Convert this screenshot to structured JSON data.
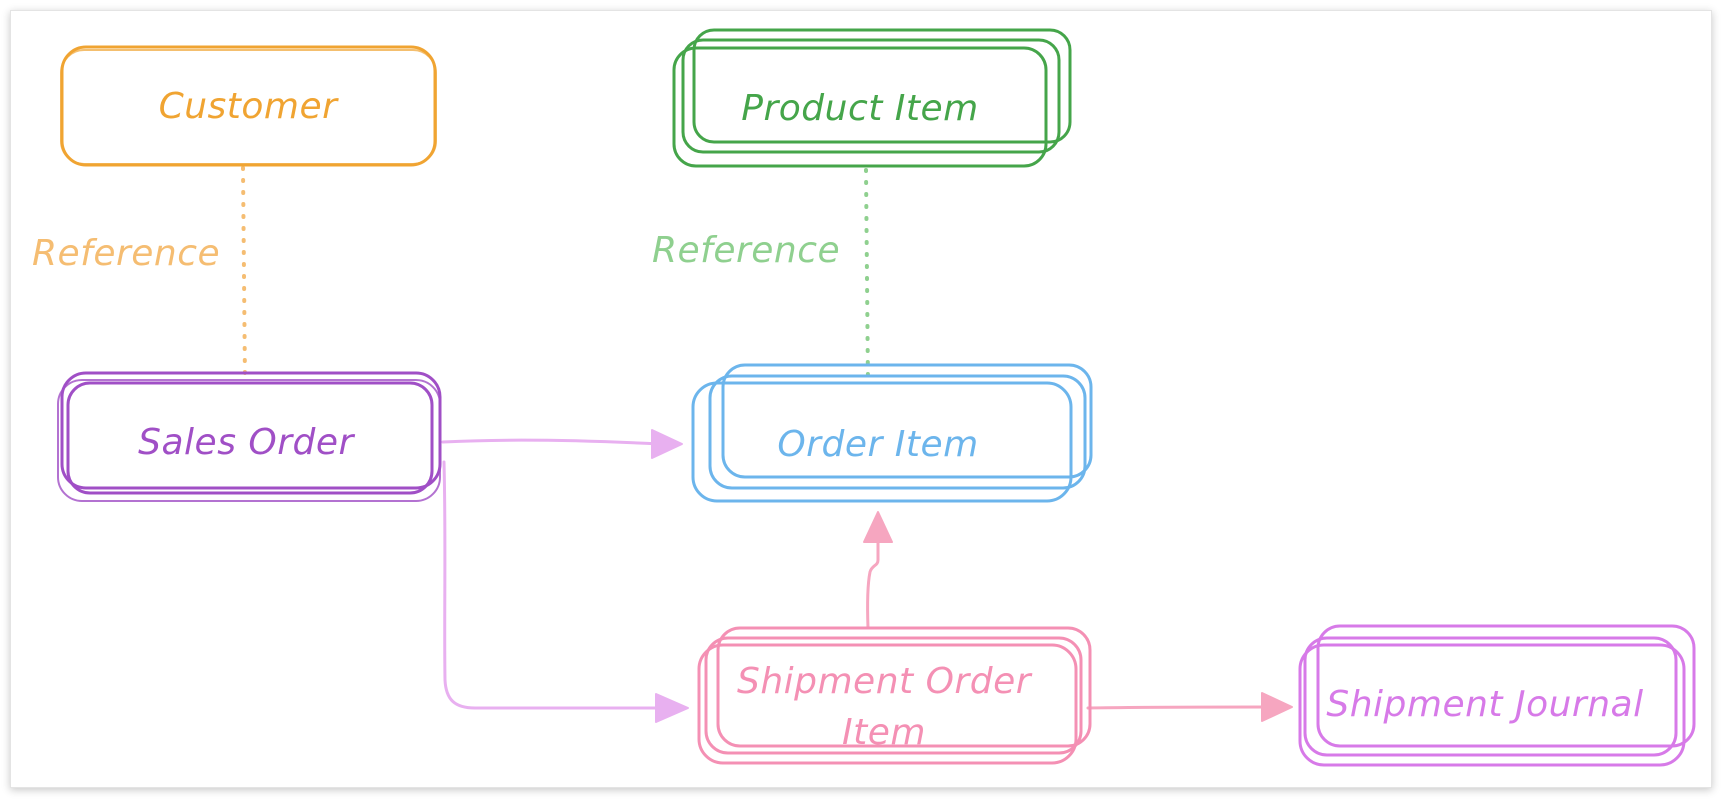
{
  "nodes": {
    "customer": {
      "label": "Customer",
      "color": "#f0a432"
    },
    "product_item": {
      "label": "Product Item",
      "color": "#45a54a"
    },
    "sales_order": {
      "label": "Sales Order",
      "color": "#a04fc6"
    },
    "order_item": {
      "label": "Order Item",
      "color": "#6cb5ec"
    },
    "shipment_order_item": {
      "label_line1": "Shipment Order",
      "label_line2": "Item",
      "color": "#f490b4"
    },
    "shipment_journal": {
      "label": "Shipment Journal",
      "color": "#d77ae8"
    }
  },
  "edges": {
    "customer_sales_order": {
      "label": "Reference",
      "style": "dotted",
      "color": "#f5bd72"
    },
    "product_order_item": {
      "label": "Reference",
      "style": "dotted",
      "color": "#8fd08f"
    },
    "sales_order_order_item": {
      "style": "arrow",
      "color": "#e8b0f0"
    },
    "sales_order_shipment": {
      "style": "arrow",
      "color": "#e8b0f0"
    },
    "shipment_order_item": {
      "style": "arrow",
      "color": "#f6a6c0"
    },
    "shipment_journal": {
      "style": "arrow",
      "color": "#f6a6c0"
    }
  }
}
